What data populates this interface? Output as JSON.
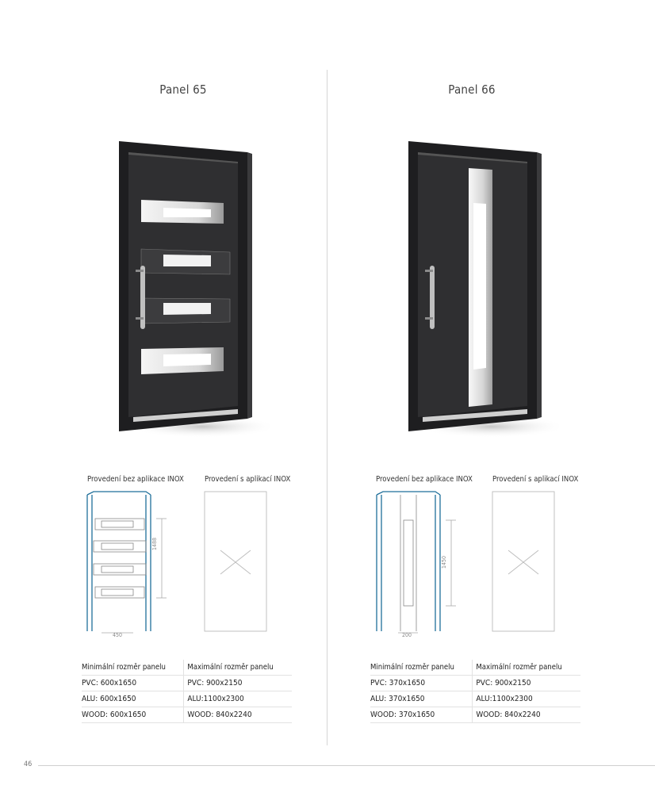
{
  "page": {
    "number": "46"
  },
  "panels": [
    {
      "title": "Panel 65",
      "variant_without": "Provedení bez aplikace INOX",
      "variant_with": "Provedení s aplikací INOX",
      "dim_height": "1488",
      "dim_width": "450",
      "specs": {
        "min_header": "Minimální rozměr panelu",
        "max_header": "Maximální rozměr panelu",
        "rows": [
          {
            "min": "PVC: 600x1650",
            "max": "PVC: 900x2150"
          },
          {
            "min": "ALU: 600x1650",
            "max": "ALU:1100x2300"
          },
          {
            "min": "WOOD: 600x1650",
            "max": "WOOD: 840x2240"
          }
        ]
      }
    },
    {
      "title": "Panel 66",
      "variant_without": "Provedení bez aplikace INOX",
      "variant_with": "Provedení s aplikací INOX",
      "dim_height": "1450",
      "dim_width": "200",
      "specs": {
        "min_header": "Minimální rozměr panelu",
        "max_header": "Maximální rozměr panelu",
        "rows": [
          {
            "min": "PVC: 370x1650",
            "max": "PVC: 900x2150"
          },
          {
            "min": "ALU: 370x1650",
            "max": "ALU:1100x2300"
          },
          {
            "min": "WOOD: 370x1650",
            "max": "WOOD: 840x2240"
          }
        ]
      }
    }
  ],
  "colors": {
    "door": "#2e2e30",
    "frame": "#1f1f21",
    "drawing_blue": "#1f6f9a",
    "glass": "#e8e8e8"
  }
}
